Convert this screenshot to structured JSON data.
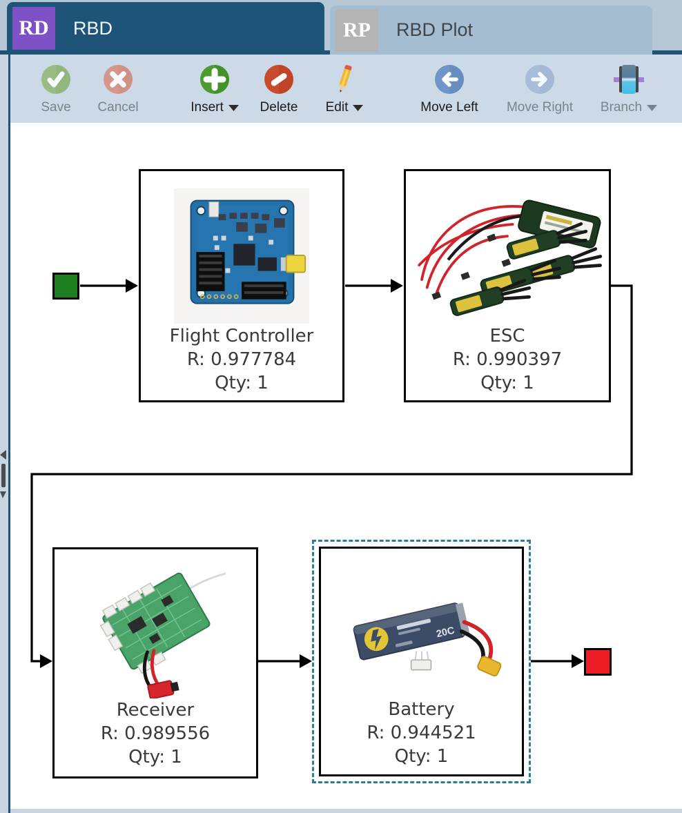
{
  "tabs": [
    {
      "icon_text": "RD",
      "label": "RBD",
      "active": true
    },
    {
      "icon_text": "RP",
      "label": "RBD Plot",
      "active": false
    }
  ],
  "toolbar": {
    "items": [
      {
        "label": "Save",
        "icon": "check-circle-icon",
        "enabled": false,
        "has_dropdown": false
      },
      {
        "label": "Cancel",
        "icon": "x-circle-icon",
        "enabled": false,
        "has_dropdown": false
      },
      {
        "label": "Insert",
        "icon": "plus-circle-icon",
        "enabled": true,
        "has_dropdown": true
      },
      {
        "label": "Delete",
        "icon": "slash-circle-icon",
        "enabled": true,
        "has_dropdown": false
      },
      {
        "label": "Edit",
        "icon": "pencil-icon",
        "enabled": true,
        "has_dropdown": true
      },
      {
        "label": "Move Left",
        "icon": "arrow-left-circle-icon",
        "enabled": true,
        "has_dropdown": false
      },
      {
        "label": "Move Right",
        "icon": "arrow-right-circle-icon",
        "enabled": false,
        "has_dropdown": false
      },
      {
        "label": "Branch",
        "icon": "branch-block-icon",
        "enabled": false,
        "has_dropdown": true
      }
    ]
  },
  "colors": {
    "active_tab": "#1e5478",
    "inactive_tab": "#a5bdd1",
    "tab_bar_bg": "#b6c8d6",
    "toolbar_bg": "#ccd9e6",
    "rbd_icon_purple": "#7e51c5",
    "rp_icon_gray": "#b4b4b4",
    "selection_teal": "#2d7f90",
    "start_node_green": "#1e7d1f",
    "end_node_red": "#ee1c24"
  },
  "diagram": {
    "blocks": [
      {
        "name": "Flight Controller",
        "reliability": "R: 0.977784",
        "qty": "Qty: 1",
        "image": "flight-controller-photo",
        "selected": false
      },
      {
        "name": "ESC",
        "reliability": "R: 0.990397",
        "qty": "Qty: 1",
        "image": "esc-photo",
        "selected": false
      },
      {
        "name": "Receiver",
        "reliability": "R: 0.989556",
        "qty": "Qty: 1",
        "image": "receiver-photo",
        "selected": false
      },
      {
        "name": "Battery",
        "reliability": "R: 0.944521",
        "qty": "Qty: 1",
        "image": "battery-photo",
        "selected": true
      }
    ]
  }
}
